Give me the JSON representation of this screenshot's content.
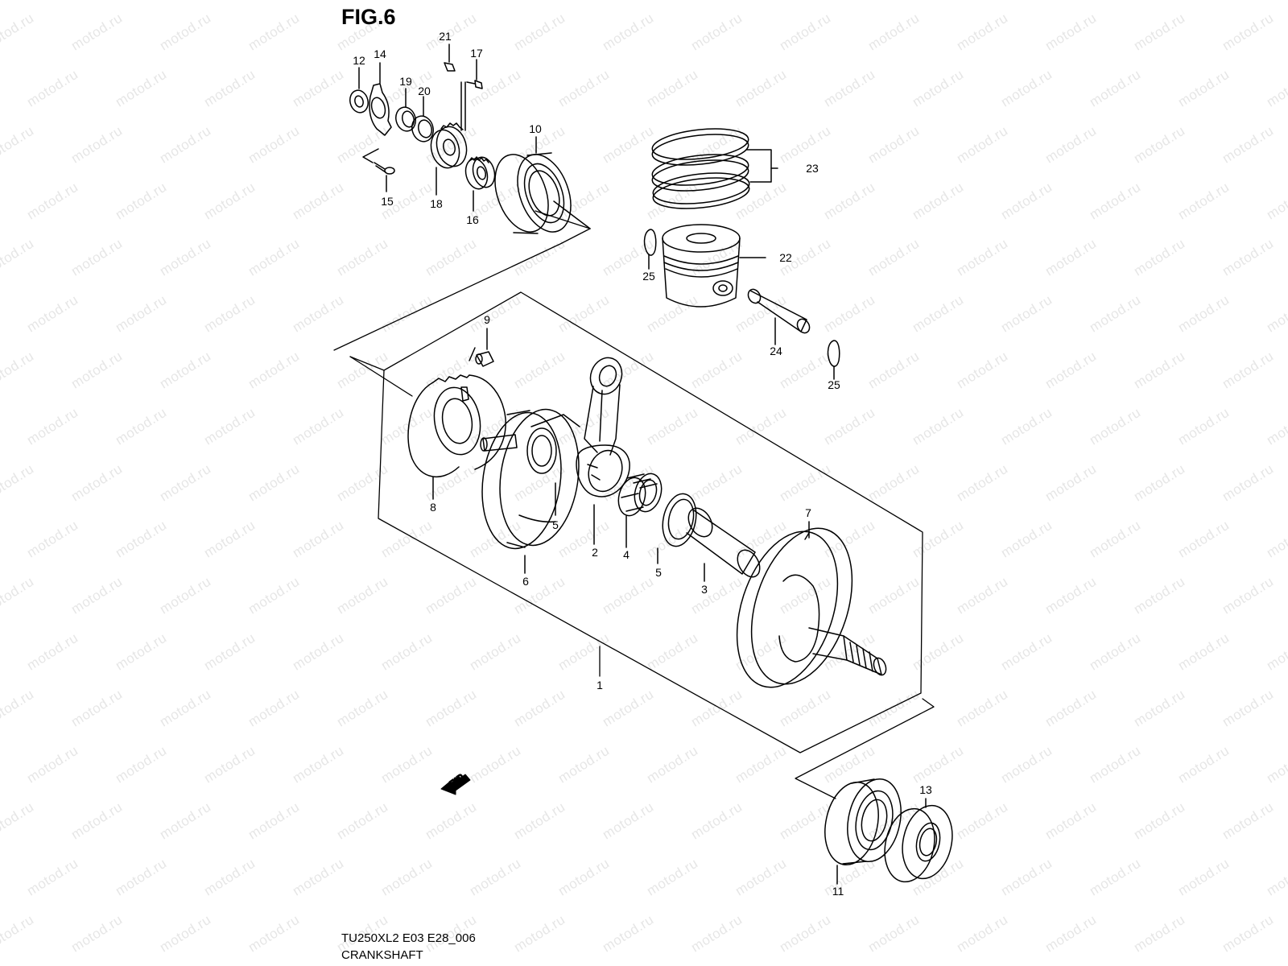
{
  "figure": {
    "title": "FIG.6",
    "code": "TU250XL2 E03 E28_006",
    "caption": "CRANKSHAFT",
    "watermark": "motod.ru",
    "fwd_label": "FWD"
  },
  "callouts": [
    {
      "id": "c1",
      "label": "1"
    },
    {
      "id": "c2",
      "label": "2"
    },
    {
      "id": "c3",
      "label": "3"
    },
    {
      "id": "c4",
      "label": "4"
    },
    {
      "id": "c5a",
      "label": "5"
    },
    {
      "id": "c5b",
      "label": "5"
    },
    {
      "id": "c6",
      "label": "6"
    },
    {
      "id": "c7",
      "label": "7"
    },
    {
      "id": "c8",
      "label": "8"
    },
    {
      "id": "c9",
      "label": "9"
    },
    {
      "id": "c10",
      "label": "10"
    },
    {
      "id": "c11",
      "label": "11"
    },
    {
      "id": "c12",
      "label": "12"
    },
    {
      "id": "c13",
      "label": "13"
    },
    {
      "id": "c14",
      "label": "14"
    },
    {
      "id": "c15",
      "label": "15"
    },
    {
      "id": "c16",
      "label": "16"
    },
    {
      "id": "c17",
      "label": "17"
    },
    {
      "id": "c18",
      "label": "18"
    },
    {
      "id": "c19",
      "label": "19"
    },
    {
      "id": "c20",
      "label": "20"
    },
    {
      "id": "c21",
      "label": "21"
    },
    {
      "id": "c22",
      "label": "22"
    },
    {
      "id": "c23",
      "label": "23"
    },
    {
      "id": "c24",
      "label": "24"
    },
    {
      "id": "c25a",
      "label": "25"
    },
    {
      "id": "c25b",
      "label": "25"
    }
  ]
}
